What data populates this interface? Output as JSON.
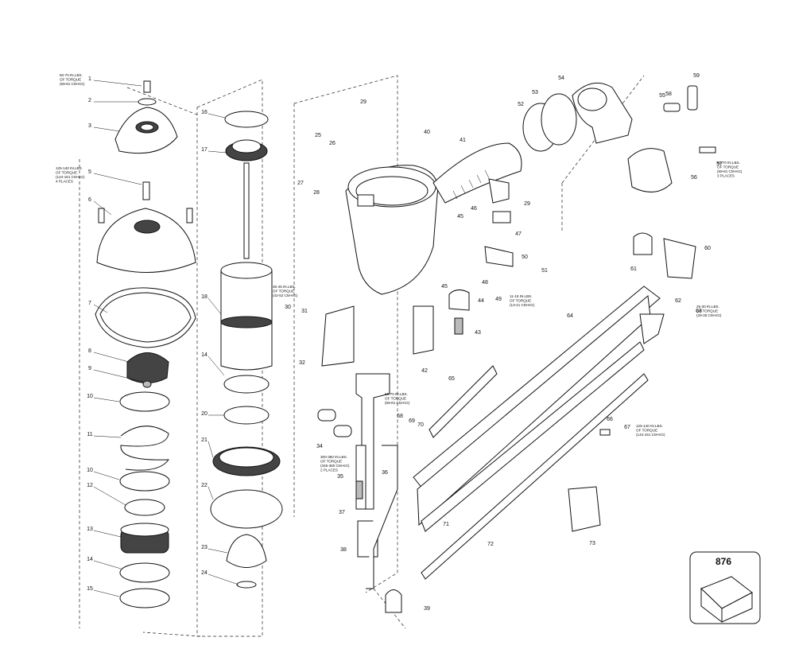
{
  "diagram": {
    "kit_box_number": "876",
    "torque_notes": {
      "t1": [
        "60-70 IN.LBS.",
        "OF TORQUE",
        "(69-81 CM-KG)"
      ],
      "t5": [
        "125-140 IN.LBS.",
        "OF TORQUE",
        "(144-161 CM-KG)",
        "4 PLACES"
      ],
      "t30": [
        "35-45 IN.LBS.",
        "OF TORQUE",
        "(42-52 CM-KG)"
      ],
      "t57": [
        "60-70 IN.LBS.",
        "OF TORQUE",
        "(69-81 CM-KG)",
        "3 PLACES"
      ],
      "t49": [
        "11-18 IN.LBS.",
        "OF TORQUE",
        "(13-21 CM-KG)"
      ],
      "t63": [
        "25-30 IN.LBS.",
        "OF TORQUE",
        "(29-35 CM-KG)"
      ],
      "t68": [
        "60-70 IN.LBS.",
        "OF TORQUE",
        "(69-81 CM-KG)"
      ],
      "t34": [
        "300-350 IN.LBS.",
        "OF TORQUE",
        "(346-380 CM-KG)",
        "2 PLACES"
      ],
      "t67": [
        "125-140 IN.LBS.",
        "OF TORQUE",
        "(144-161 CM-KG)"
      ]
    },
    "callouts": [
      "1",
      "2",
      "3",
      "5",
      "6",
      "7",
      "8",
      "9",
      "10",
      "11",
      "10",
      "12",
      "13",
      "14",
      "15",
      "16",
      "17",
      "18",
      "14",
      "20",
      "21",
      "22",
      "23",
      "24",
      "25",
      "26",
      "27",
      "28",
      "29",
      "30",
      "31",
      "32",
      "34",
      "35",
      "36",
      "37",
      "38",
      "39",
      "40",
      "41",
      "42",
      "43",
      "44",
      "45",
      "46",
      "45",
      "47",
      "48",
      "49",
      "50",
      "51",
      "29",
      "52",
      "53",
      "54",
      "55",
      "56",
      "57",
      "58",
      "59",
      "60",
      "61",
      "62",
      "63",
      "64",
      "65",
      "66",
      "67",
      "68",
      "69",
      "70",
      "71",
      "72",
      "73"
    ]
  }
}
